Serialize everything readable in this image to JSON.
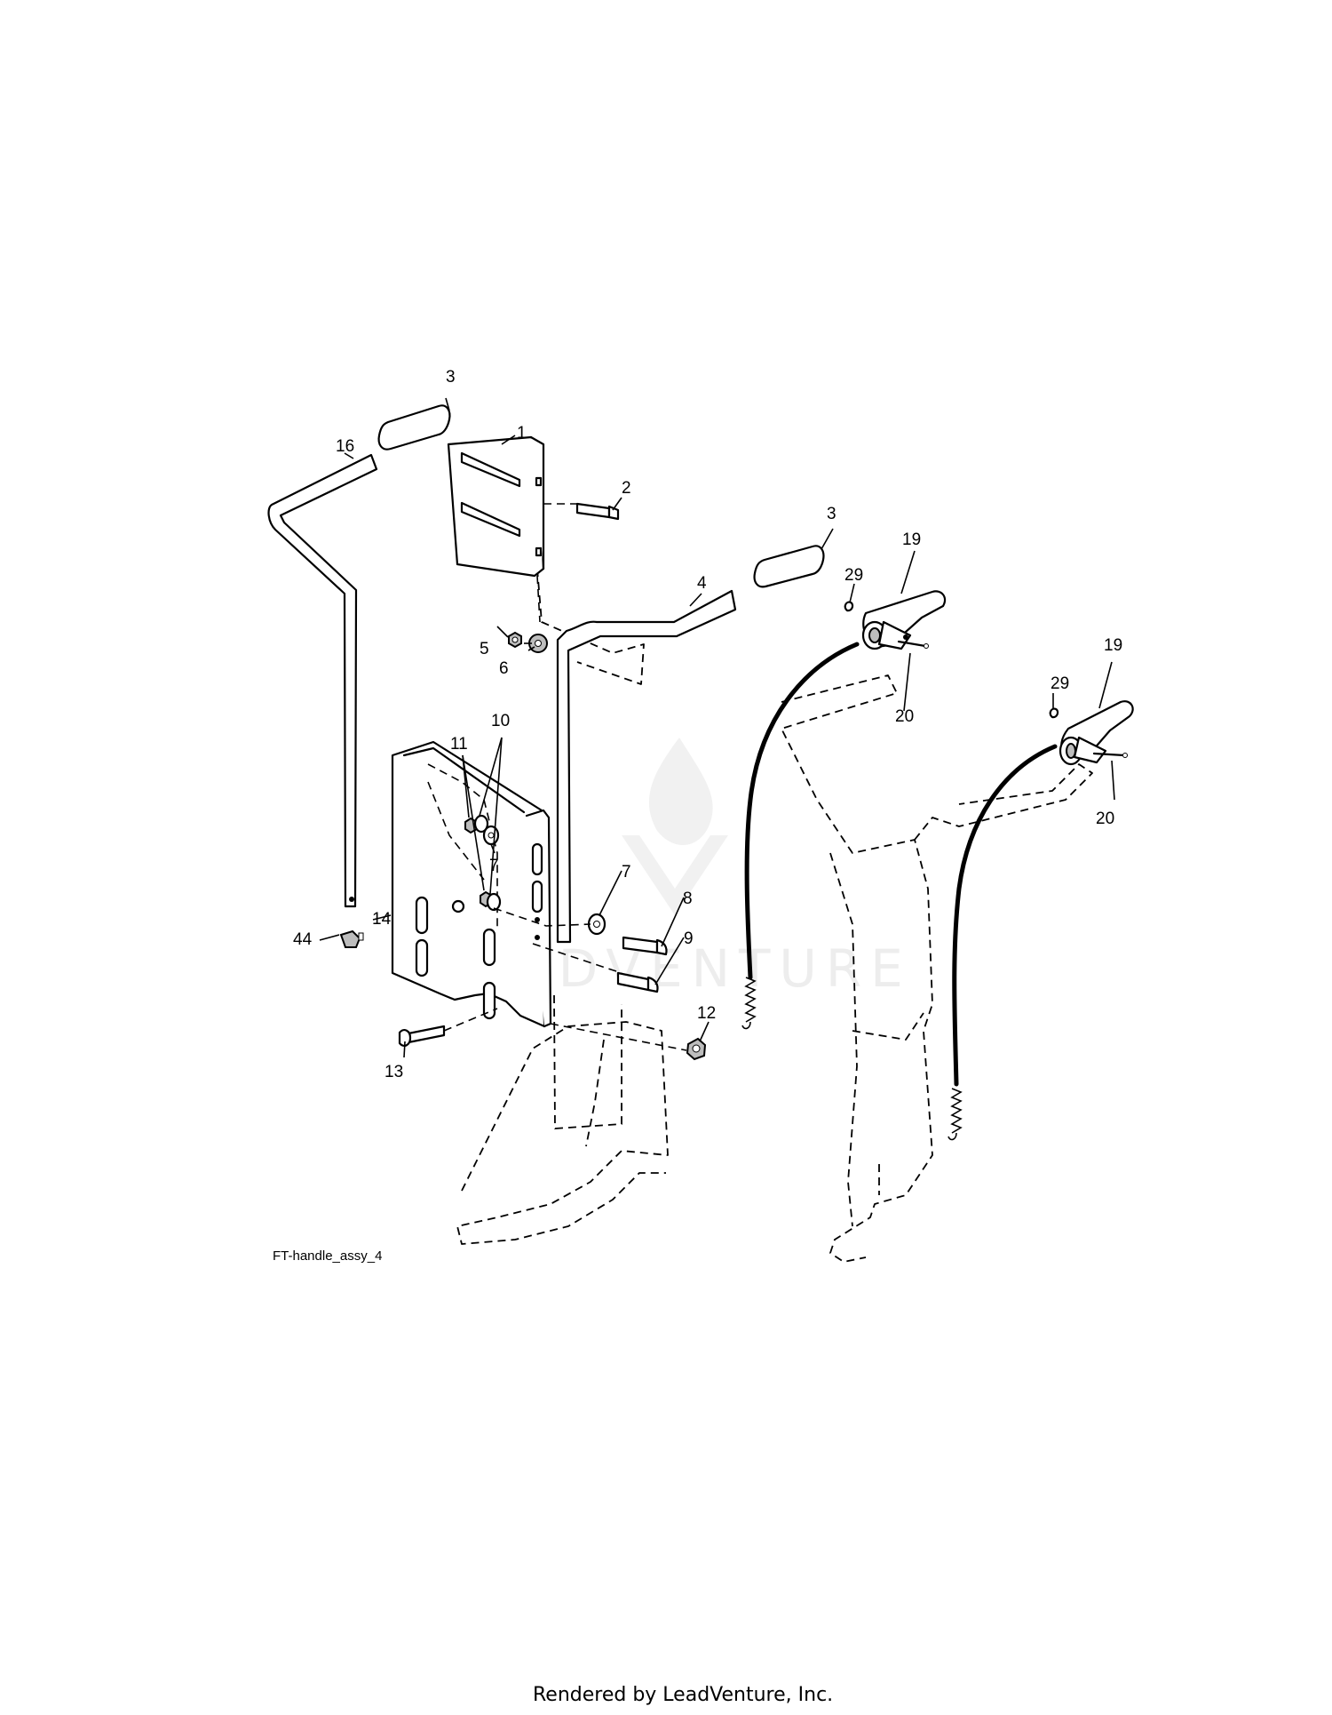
{
  "labels": {
    "l3a": "3",
    "l16": "16",
    "l1": "1",
    "l2": "2",
    "l3b": "3",
    "l19a": "19",
    "l4": "4",
    "l29a": "29",
    "l5": "5",
    "l6": "6",
    "l20a": "20",
    "l19b": "19",
    "l10": "10",
    "l11": "11",
    "l29b": "29",
    "l7a": "7",
    "l20b": "20",
    "l14": "14",
    "l7b": "7",
    "l8": "8",
    "l9": "9",
    "l44": "44",
    "l12": "12",
    "l13": "13"
  },
  "figure_id": "FT-handle_assy_4",
  "watermark": "LEADVENTURE",
  "footer": "Rendered by LeadVenture, Inc."
}
